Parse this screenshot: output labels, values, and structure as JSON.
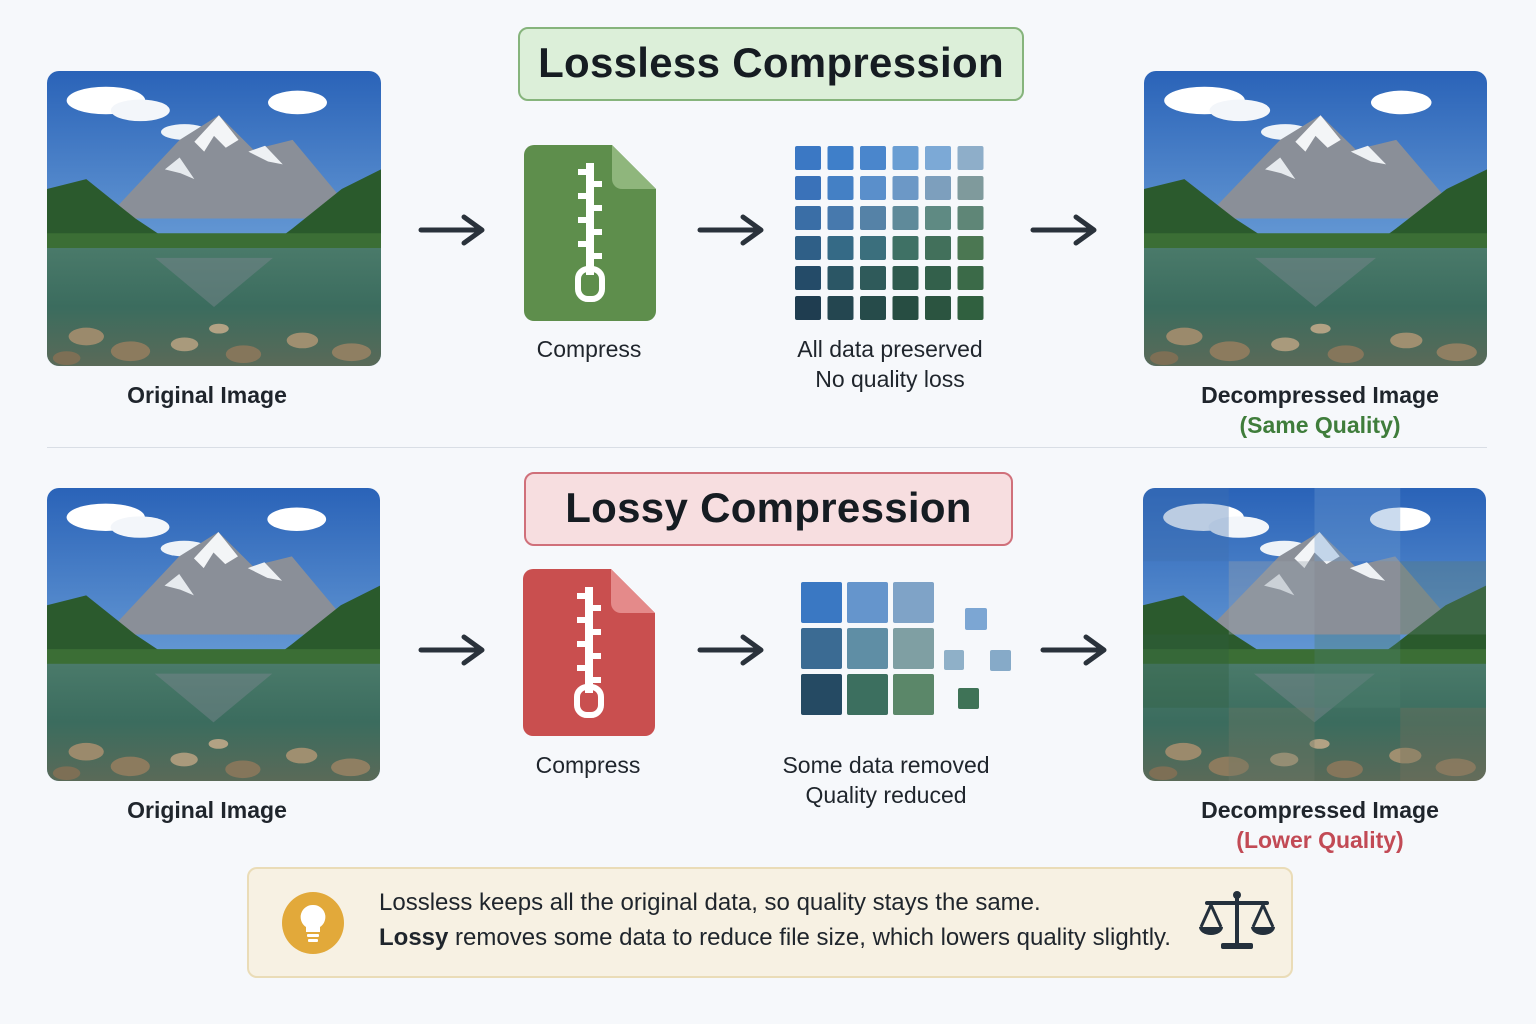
{
  "lossless": {
    "title": "Lossless Compression",
    "original_label": "Original Image",
    "compress_label": "Compress",
    "data_line1": "All data preserved",
    "data_line2": "No quality loss",
    "result_label": "Decompressed Image",
    "result_sub": "(Same Quality)"
  },
  "lossy": {
    "title": "Lossy Compression",
    "original_label": "Original Image",
    "compress_label": "Compress",
    "data_line1": "Some data removed",
    "data_line2": "Quality reduced",
    "result_label": "Decompressed Image",
    "result_sub": "(Lower Quality)"
  },
  "note": {
    "line1": "Lossless keeps all the original data, so quality stays the same.",
    "line2_bold": "Lossy",
    "line2_rest": " removes some data to reduce file size, which lowers quality slightly."
  },
  "icons": {
    "file_lossless": "zip-file-icon",
    "file_lossy": "zip-file-icon",
    "bulb": "lightbulb-icon",
    "scale": "balance-scale-icon",
    "arrow": "arrow-right-icon"
  },
  "colors": {
    "lossless_accent": "#5e8e4c",
    "lossy_accent": "#c94f4f",
    "note_bg": "#f7f1e3",
    "bulb": "#e2a93a"
  }
}
